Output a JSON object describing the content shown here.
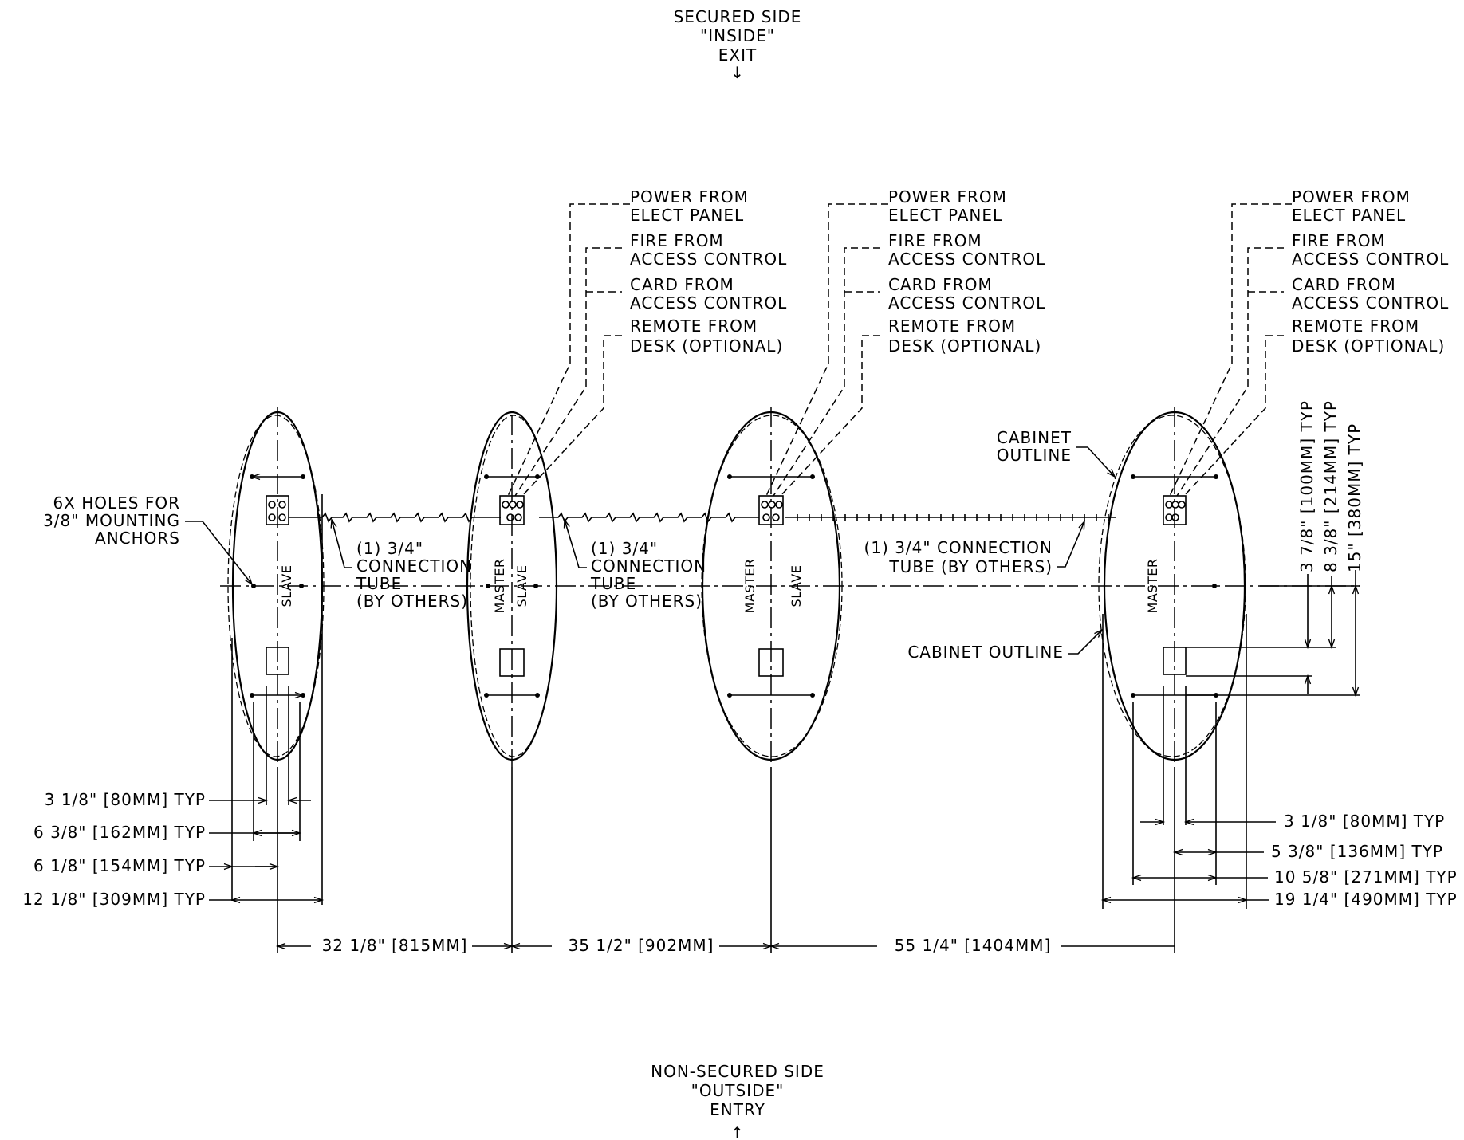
{
  "top_label": {
    "line1": "SECURED SIDE",
    "line2": "\"INSIDE\"",
    "line3": "EXIT",
    "arrow": "↓"
  },
  "bottom_label": {
    "line1": "NON-SECURED SIDE",
    "line2": "\"OUTSIDE\"",
    "line3": "ENTRY",
    "arrow": "↑"
  },
  "feeds": [
    {
      "power": [
        "POWER FROM",
        "ELECT PANEL"
      ],
      "fire": [
        "FIRE FROM",
        "ACCESS CONTROL"
      ],
      "card": [
        "CARD FROM",
        "ACCESS CONTROL"
      ],
      "remote": [
        "REMOTE FROM",
        "DESK (OPTIONAL)"
      ]
    },
    {
      "power": [
        "POWER FROM",
        "ELECT PANEL"
      ],
      "fire": [
        "FIRE FROM",
        "ACCESS CONTROL"
      ],
      "card": [
        "CARD FROM",
        "ACCESS CONTROL"
      ],
      "remote": [
        "REMOTE FROM",
        "DESK (OPTIONAL)"
      ]
    },
    {
      "power": [
        "POWER FROM",
        "ELECT PANEL"
      ],
      "fire": [
        "FIRE FROM",
        "ACCESS CONTROL"
      ],
      "card": [
        "CARD FROM",
        "ACCESS CONTROL"
      ],
      "remote": [
        "REMOTE FROM",
        "DESK (OPTIONAL)"
      ]
    }
  ],
  "notes": {
    "holes": [
      "6X HOLES FOR",
      "3/8\" MOUNTING",
      "ANCHORS"
    ],
    "tube1": [
      "(1) 3/4\"",
      "CONNECTION",
      "TUBE",
      "(BY OTHERS)"
    ],
    "tube2": [
      "(1) 3/4\"",
      "CONNECTION",
      "TUBE",
      "(BY OTHERS)"
    ],
    "tube3": [
      "(1) 3/4\" CONNECTION",
      "TUBE (BY OTHERS)"
    ],
    "cabinet_upper": [
      "CABINET",
      "OUTLINE"
    ],
    "cabinet_lower": "CABINET OUTLINE"
  },
  "unit_labels": {
    "u1": [
      "SLAVE"
    ],
    "u2": [
      "MASTER",
      "SLAVE"
    ],
    "u3": [
      "MASTER",
      "SLAVE"
    ],
    "u4": [
      "MASTER"
    ]
  },
  "left_dims": [
    "3 1/8\" [80MM] TYP",
    "6 3/8\" [162MM] TYP",
    "6 1/8\" [154MM] TYP",
    "12 1/8\" [309MM] TYP"
  ],
  "right_dims": [
    "3 1/8\" [80MM] TYP",
    "5 3/8\" [136MM] TYP",
    "10 5/8\" [271MM] TYP",
    "19 1/4\" [490MM] TYP"
  ],
  "spacing_dims": [
    "32 1/8\" [815MM]",
    "35 1/2\" [902MM]",
    "55 1/4\" [1404MM]"
  ],
  "vertical_dims": [
    "3 7/8\" [100MM] TYP",
    "8 3/8\" [214MM] TYP",
    "15\" [380MM] TYP"
  ]
}
